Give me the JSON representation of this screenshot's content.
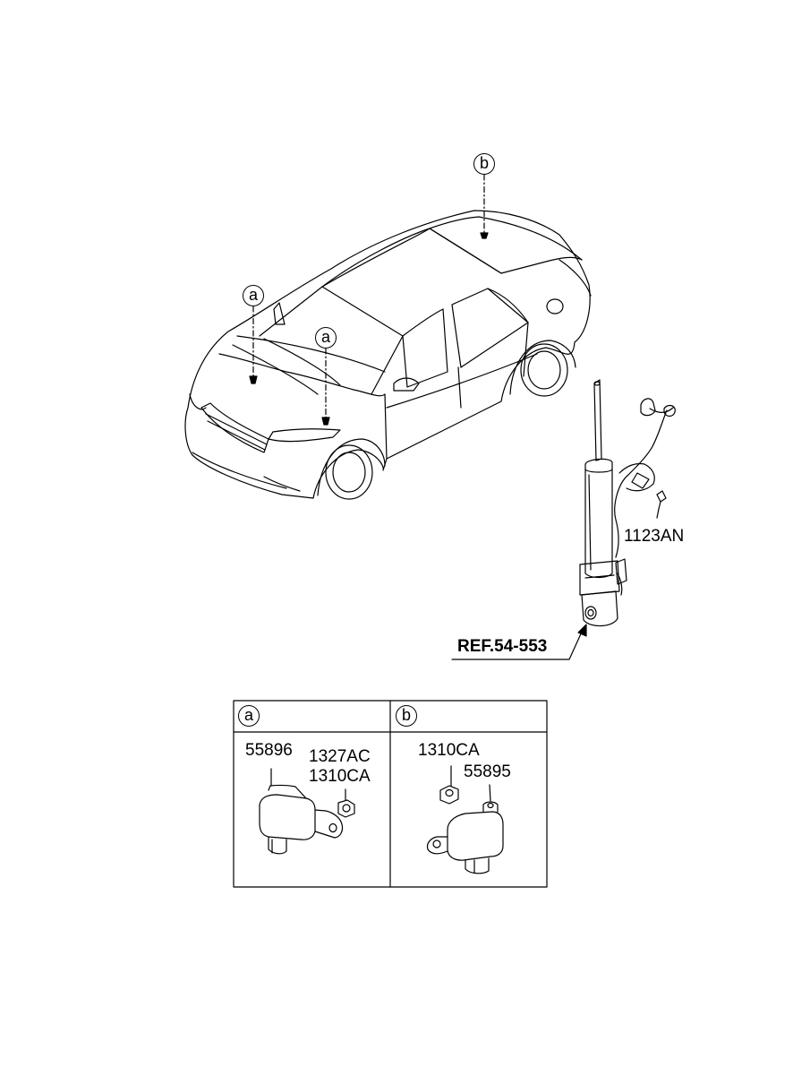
{
  "callouts": {
    "a1": "a",
    "a2": "a",
    "b1": "b"
  },
  "labels": {
    "bolt": "1123AN",
    "ref": "REF.54-553"
  },
  "table": {
    "col_a_header": "a",
    "col_b_header": "b",
    "col_a_parts": [
      "55896",
      "1327AC",
      "1310CA"
    ],
    "col_b_parts": [
      "1310CA",
      "55895"
    ]
  },
  "colors": {
    "line": "#000000",
    "background": "#ffffff"
  }
}
